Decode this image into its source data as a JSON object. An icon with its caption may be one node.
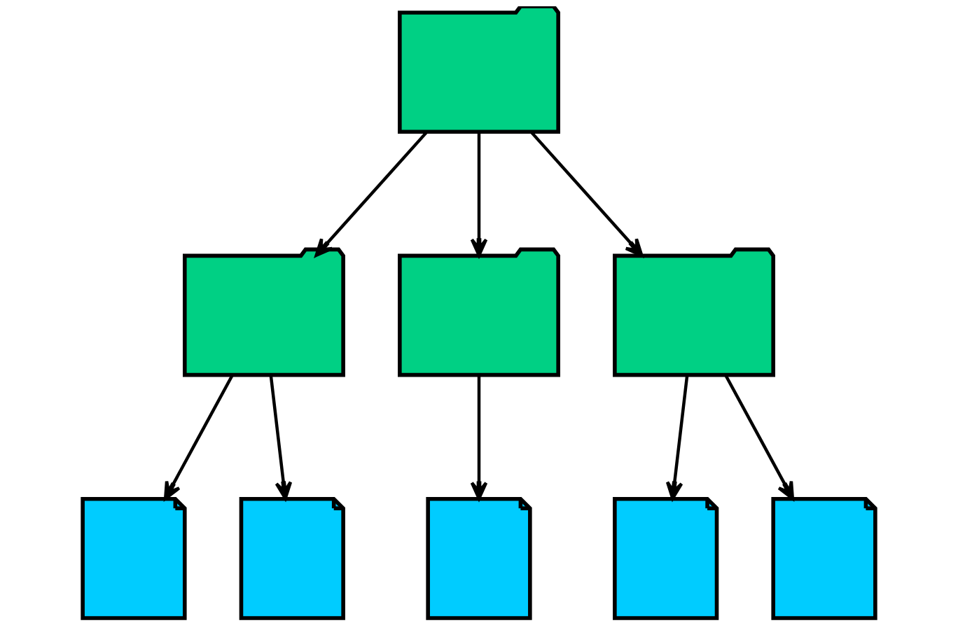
{
  "diagram": {
    "nodes": [
      {
        "text": [],
        "shape": "folder"
      },
      {
        "text": [],
        "shape": "folder"
      },
      {
        "text": [],
        "shape": "folder"
      },
      {
        "text": [],
        "shape": "folder"
      },
      {
        "text": [],
        "shape": "file"
      },
      {
        "text": [],
        "shape": "file"
      },
      {
        "text": [],
        "shape": "file"
      },
      {
        "text": [],
        "shape": "file"
      },
      {
        "text": [],
        "shape": "file"
      }
    ],
    "edges": [
      {
        "from": 0,
        "to": 1,
        "arrow": "to"
      },
      {
        "from": 0,
        "to": 2,
        "arrow": "to"
      },
      {
        "from": 0,
        "to": 3,
        "arrow": "to"
      },
      {
        "from": 1,
        "to": 4,
        "arrow": "to"
      },
      {
        "from": 1,
        "to": 5,
        "arrow": "to"
      },
      {
        "from": 2,
        "to": 6,
        "arrow": "to"
      },
      {
        "from": 3,
        "to": 7,
        "arrow": "to"
      },
      {
        "from": 3,
        "to": 8,
        "arrow": "to"
      }
    ]
  }
}
